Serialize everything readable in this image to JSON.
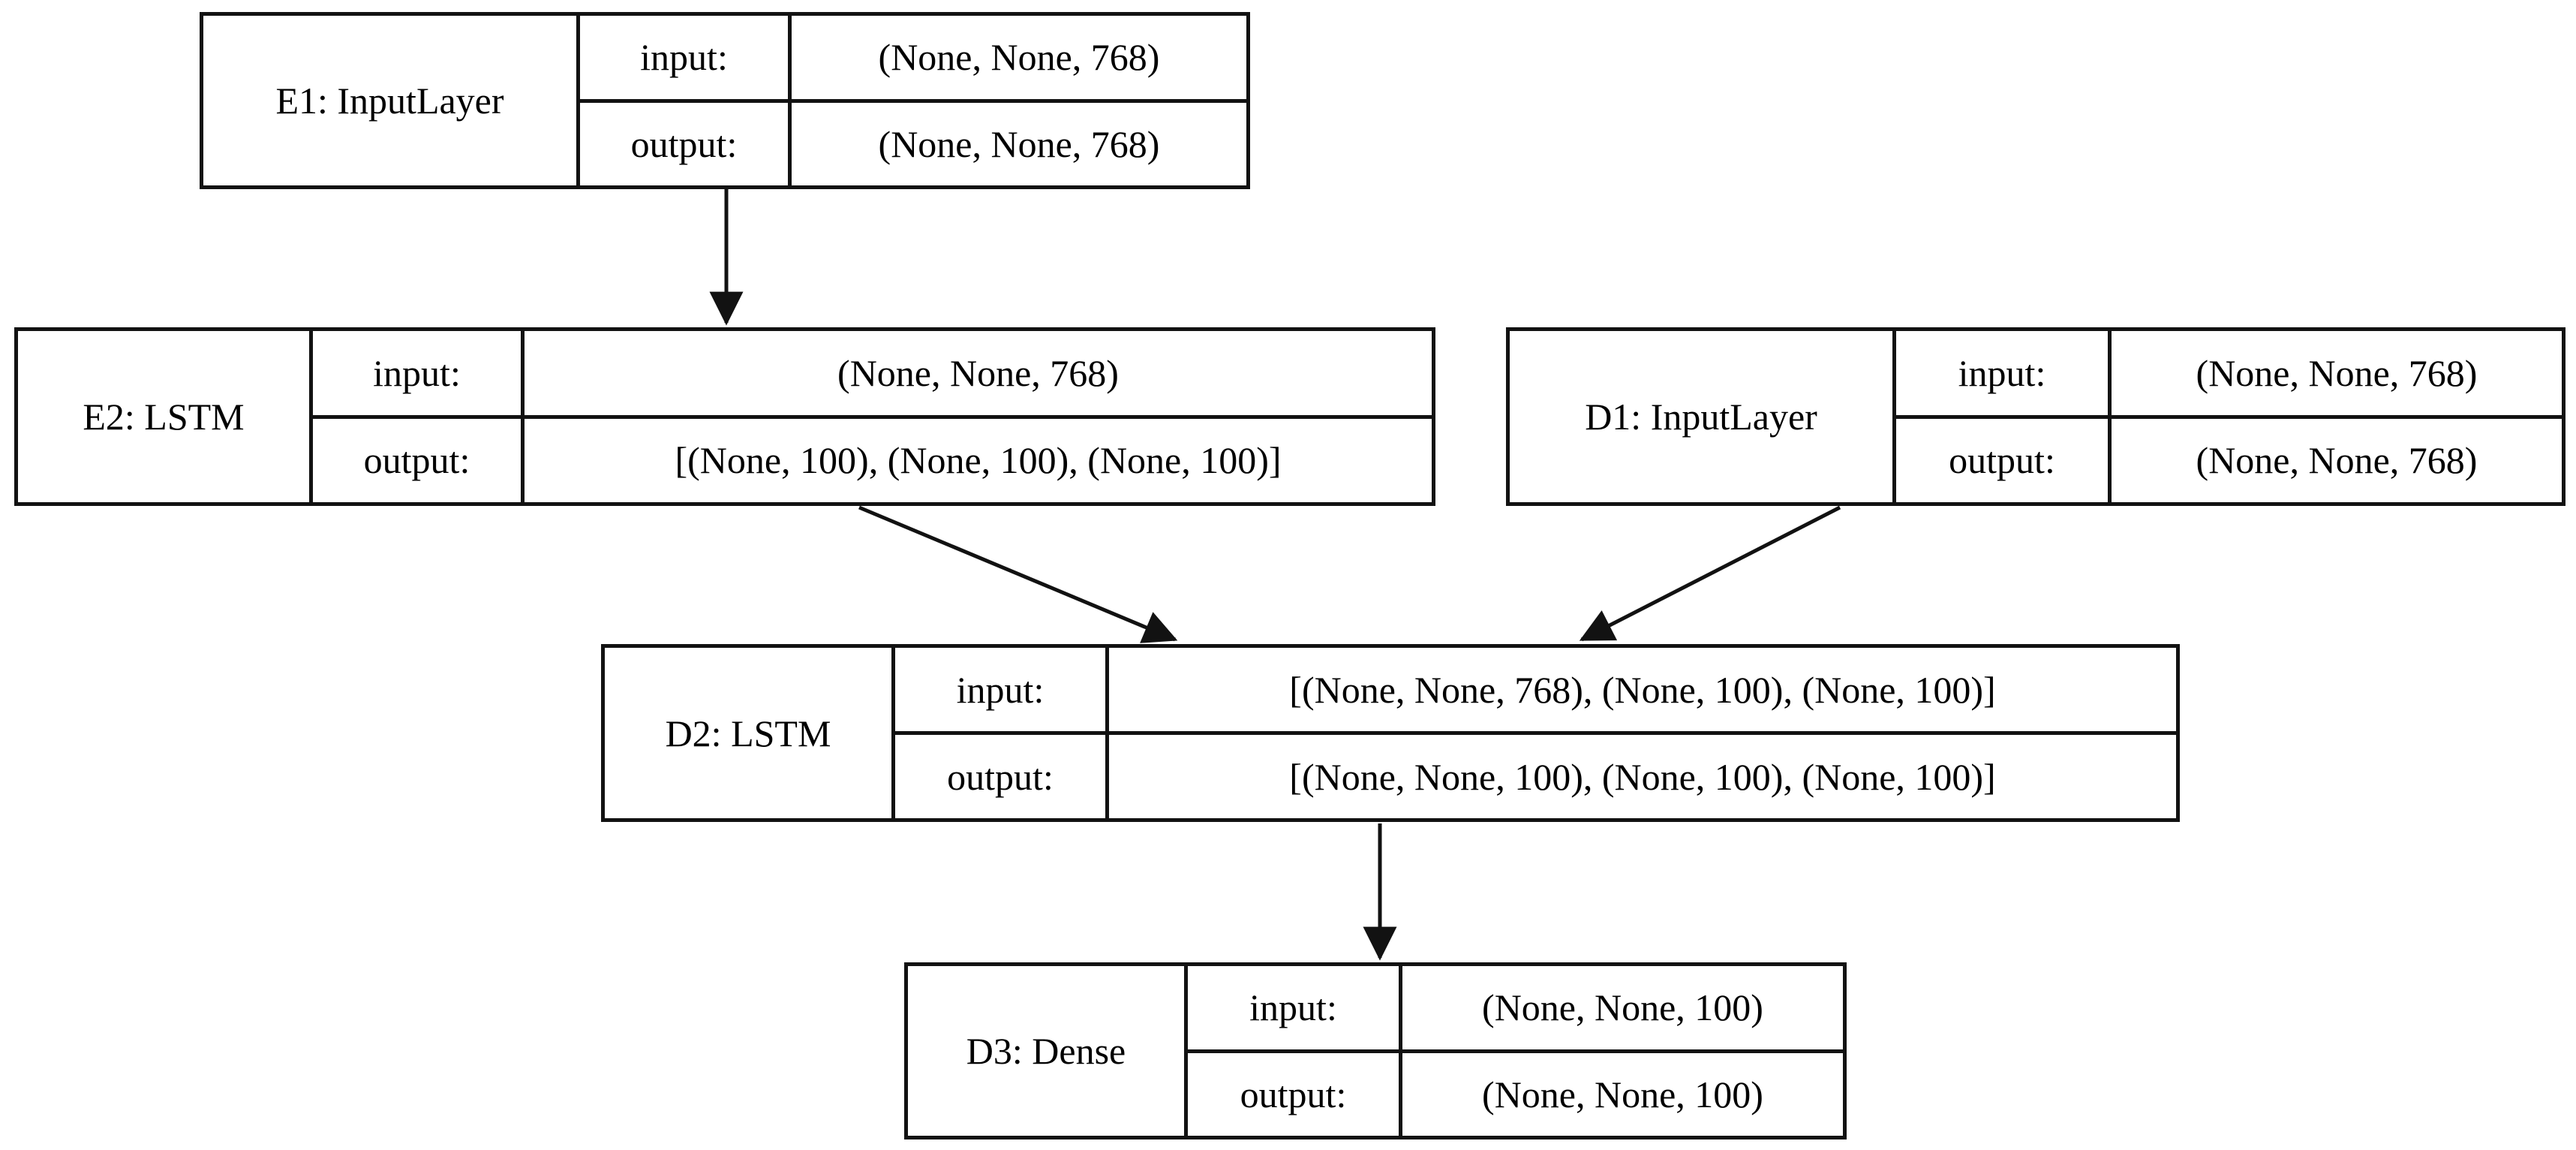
{
  "diagram": {
    "kind": "neural-network-layer-graph",
    "colors": {
      "background": "#ffffff",
      "line": "#121212",
      "text": "#000000"
    },
    "labels": {
      "input": "input:",
      "output": "output:"
    },
    "nodes": [
      {
        "id": "E1",
        "name": "E1: InputLayer",
        "input_shape": "(None, None, 768)",
        "output_shape": "(None, None, 768)"
      },
      {
        "id": "E2",
        "name": "E2: LSTM",
        "input_shape": "(None, None, 768)",
        "output_shape": "[(None, 100), (None, 100), (None, 100)]"
      },
      {
        "id": "D1",
        "name": "D1: InputLayer",
        "input_shape": "(None, None, 768)",
        "output_shape": "(None, None, 768)"
      },
      {
        "id": "D2",
        "name": "D2: LSTM",
        "input_shape": "[(None, None, 768), (None, 100), (None, 100)]",
        "output_shape": "[(None, None, 100), (None, 100), (None, 100)]"
      },
      {
        "id": "D3",
        "name": "D3: Dense",
        "input_shape": "(None, None, 100)",
        "output_shape": "(None, None, 100)"
      }
    ],
    "edges": [
      {
        "from": "E1",
        "to": "E2"
      },
      {
        "from": "E2",
        "to": "D2"
      },
      {
        "from": "D1",
        "to": "D2"
      },
      {
        "from": "D2",
        "to": "D3"
      }
    ]
  }
}
